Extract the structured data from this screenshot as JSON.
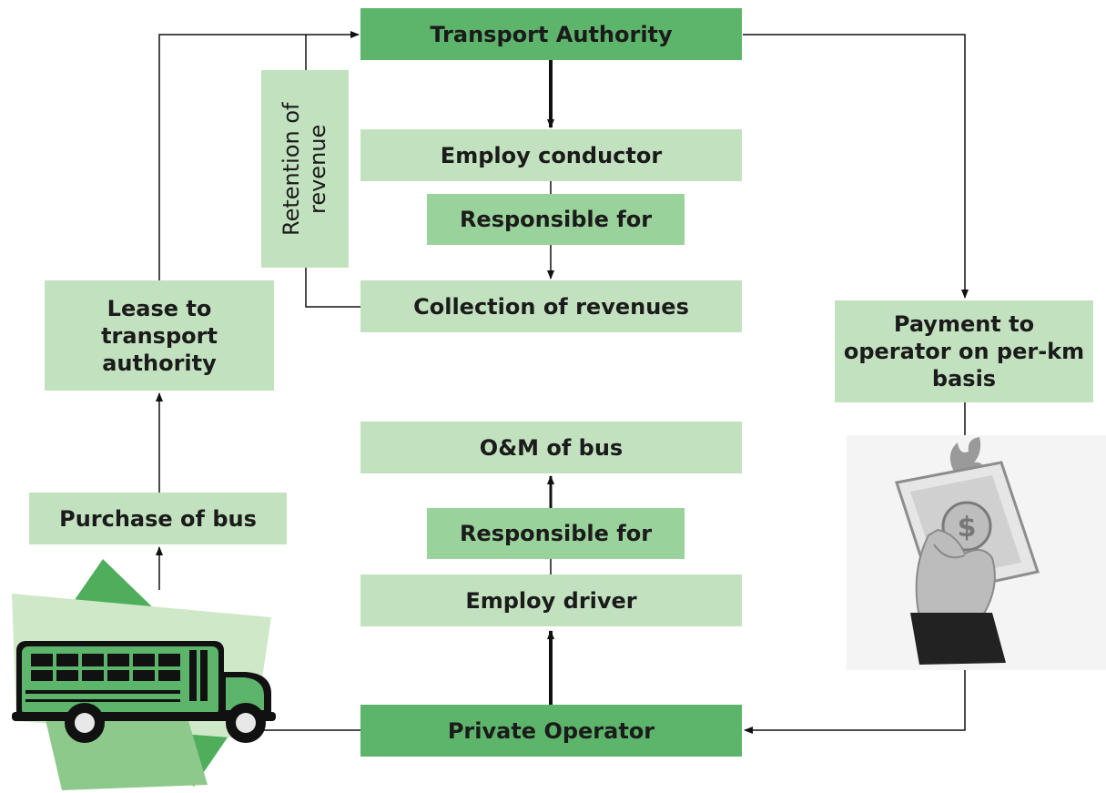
{
  "nodes": {
    "transport_authority": "Transport Authority",
    "employ_conductor": "Employ conductor",
    "responsible_for_top": "Responsible for",
    "collection_of_revenues": "Collection of revenues",
    "retention_of_revenue": "Retention of revenue",
    "lease_to_authority": "Lease to transport authority",
    "purchase_of_bus": "Purchase of bus",
    "om_of_bus": "O&M of bus",
    "responsible_for_bottom": "Responsible for",
    "employ_driver": "Employ driver",
    "private_operator": "Private Operator",
    "payment_to_operator": "Payment to operator on per-km basis"
  },
  "colors": {
    "dark_green": "#5cb56a",
    "light_green": "#c2e2bf",
    "mid_green": "#9ad29b"
  },
  "icons": [
    "bus-icon",
    "hand-holding-money-icon"
  ]
}
